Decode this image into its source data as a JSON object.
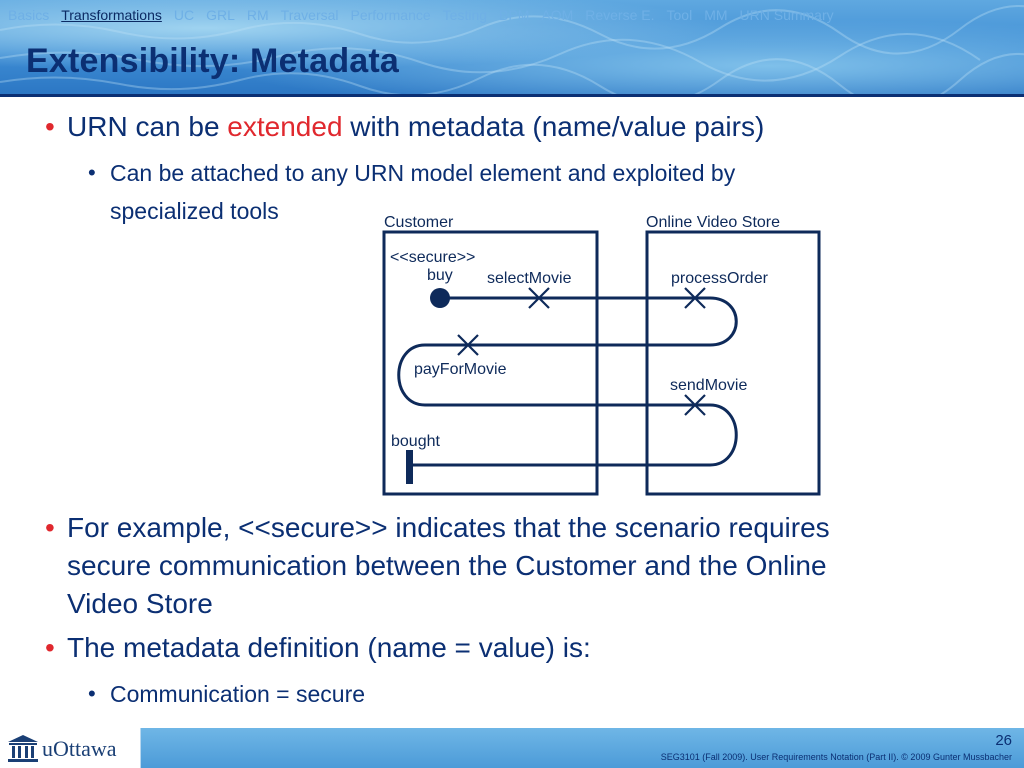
{
  "nav": {
    "items": [
      "Basics",
      "Transformations",
      "UC",
      "GRL",
      "RM",
      "Traversal",
      "Performance",
      "Testing",
      "BPM",
      "AOM",
      "Reverse E.",
      "Tool",
      "MM",
      "URN Summary"
    ],
    "active_index": 1
  },
  "title": "Extensibility: Metadata",
  "bullets": {
    "b1": {
      "pre": "URN can be ",
      "highlight": "extended",
      "post": " with metadata (name/value pairs)"
    },
    "b1_sub": [
      "Can be attached to any URN model element and exploited by",
      "specialized tools"
    ],
    "b2": [
      "For example, <<secure>> indicates that the scenario requires",
      "secure communication between the Customer and the Online",
      "Video Store"
    ],
    "b3": "The metadata definition (name = value) is:",
    "b3_sub": "Communication = secure"
  },
  "diagram": {
    "components": [
      "Customer",
      "Online Video Store"
    ],
    "labels": {
      "stereotype": "<<secure>>",
      "start": "buy",
      "r1": "selectMovie",
      "r2": "processOrder",
      "r3": "payForMovie",
      "r4": "sendMovie",
      "end": "bought"
    }
  },
  "footer": {
    "logo": "uOttawa",
    "page_number": "26",
    "text": "SEG3101 (Fall 2009).   User Requirements Notation (Part II).   © 2009 Gunter Mussbacher"
  },
  "colors": {
    "title": "#0b2f73",
    "accent_red": "#e0282e",
    "header_blue": "#3e8dd4",
    "diagram_navy": "#0e2a5a"
  }
}
